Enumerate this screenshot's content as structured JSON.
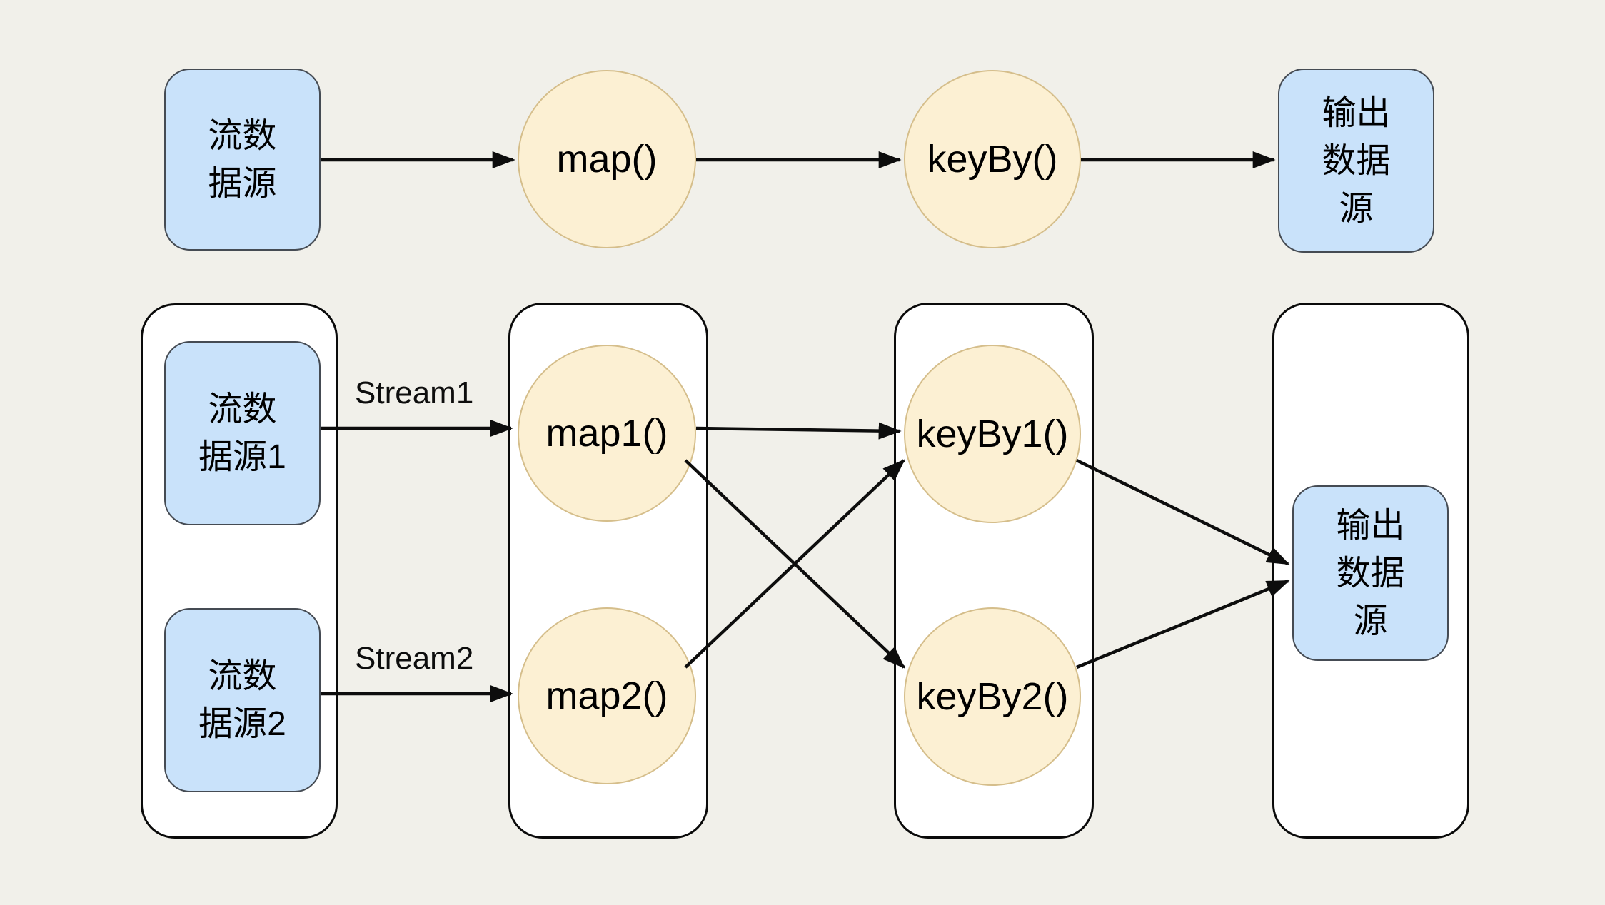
{
  "page": {
    "background_color": "#F1F0EA"
  },
  "colors": {
    "source_sink_fill": "#C9E2FA",
    "source_sink_border": "#454B53",
    "operator_fill": "#FCF0D3",
    "operator_border": "#D5BE8B",
    "container_fill": "#FFFFFF",
    "container_border": "#0A0A0A",
    "arrow": "#0D0D0D"
  },
  "simple_flow": {
    "source_label": "流数\n据源",
    "map_label": "map()",
    "keyby_label": "keyBy()",
    "sink_label": "输出\n数据\n源",
    "edges": [
      {
        "from": "source",
        "to": "map"
      },
      {
        "from": "map",
        "to": "keyby"
      },
      {
        "from": "keyby",
        "to": "sink"
      }
    ]
  },
  "parallel_flow": {
    "source1_label": "流数\n据源1",
    "source2_label": "流数\n据源2",
    "stream1_label": "Stream1",
    "stream2_label": "Stream2",
    "map1_label": "map1()",
    "map2_label": "map2()",
    "keyby1_label": "keyBy1()",
    "keyby2_label": "keyBy2()",
    "sink_label": "输出\n数据\n源",
    "edges": [
      {
        "from": "source1",
        "to": "map1",
        "label": "Stream1"
      },
      {
        "from": "source2",
        "to": "map2",
        "label": "Stream2"
      },
      {
        "from": "map1",
        "to": "keyby1"
      },
      {
        "from": "map1",
        "to": "keyby2"
      },
      {
        "from": "map2",
        "to": "keyby1"
      },
      {
        "from": "map2",
        "to": "keyby2"
      },
      {
        "from": "keyby1",
        "to": "sink"
      },
      {
        "from": "keyby2",
        "to": "sink"
      }
    ]
  }
}
